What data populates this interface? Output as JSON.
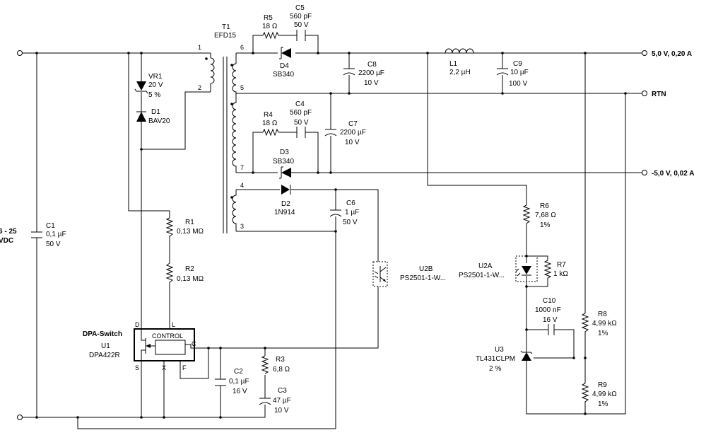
{
  "input": {
    "voltage_line1": "6 - 25",
    "voltage_line2": "VDC"
  },
  "outputs": {
    "pos": "5,0 V, 0,20 A",
    "rtn": "RTN",
    "neg": "-5,0 V, 0,02 A"
  },
  "components": {
    "C1": {
      "ref": "C1",
      "v1": "0,1 µF",
      "v2": "50 V"
    },
    "VR1": {
      "ref": "VR1",
      "v1": "20 V",
      "v2": "5 %"
    },
    "D1": {
      "ref": "D1",
      "v1": "BAV20"
    },
    "T1": {
      "ref": "T1",
      "v1": "EFD15"
    },
    "R5": {
      "ref": "R5",
      "v1": "18 Ω"
    },
    "C5": {
      "ref": "C5",
      "v1": "560 pF",
      "v2": "50 V"
    },
    "D4": {
      "ref": "D4",
      "v1": "SB340"
    },
    "C8": {
      "ref": "C8",
      "v1": "2200 µF",
      "v2": "10 V"
    },
    "L1": {
      "ref": "L1",
      "v1": "2,2 µH"
    },
    "C9": {
      "ref": "C9",
      "v1": "10 µF",
      "v2": "100 V"
    },
    "R4": {
      "ref": "R4",
      "v1": "18 Ω"
    },
    "C4": {
      "ref": "C4",
      "v1": "560 pF",
      "v2": "50 V"
    },
    "C7": {
      "ref": "C7",
      "v1": "2200 µF",
      "v2": "10 V"
    },
    "D3": {
      "ref": "D3",
      "v1": "SB340"
    },
    "D2": {
      "ref": "D2",
      "v1": "1N914"
    },
    "C6": {
      "ref": "C6",
      "v1": "1 µF",
      "v2": "50 V"
    },
    "R1": {
      "ref": "R1",
      "v1": "0,13 MΩ"
    },
    "R2": {
      "ref": "R2",
      "v1": "0,13 MΩ"
    },
    "R6": {
      "ref": "R6",
      "v1": "7,68 Ω",
      "v2": "1%"
    },
    "U2B": {
      "ref": "U2B",
      "v1": "PS2501-1-W..."
    },
    "U2A": {
      "ref": "U2A",
      "v1": "PS2501-1-W..."
    },
    "R7": {
      "ref": "R7",
      "v1": "1 kΩ"
    },
    "C10": {
      "ref": "C10",
      "v1": "1000 nF",
      "v2": "16 V"
    },
    "R8": {
      "ref": "R8",
      "v1": "4,99 kΩ",
      "v2": "1%"
    },
    "R9": {
      "ref": "R9",
      "v1": "4,99 kΩ",
      "v2": "1%"
    },
    "U3": {
      "ref": "U3",
      "v1": "TL431CLPM",
      "v2": "2 %"
    },
    "U1": {
      "ref": "U1",
      "v1": "DPA422R",
      "family": "DPA-Switch",
      "block": "CONTROL"
    },
    "C2": {
      "ref": "C2",
      "v1": "0,1 µF",
      "v2": "16 V"
    },
    "R3": {
      "ref": "R3",
      "v1": "6,8 Ω"
    },
    "C3": {
      "ref": "C3",
      "v1": "47 µF",
      "v2": "10 V"
    }
  },
  "pins": {
    "t1": "1",
    "t2": "2",
    "t3": "3",
    "t4": "4",
    "t5": "5",
    "t6": "6",
    "t7": "7",
    "D": "D",
    "L": "L",
    "C": "C",
    "S": "S",
    "X": "X",
    "F": "F"
  }
}
